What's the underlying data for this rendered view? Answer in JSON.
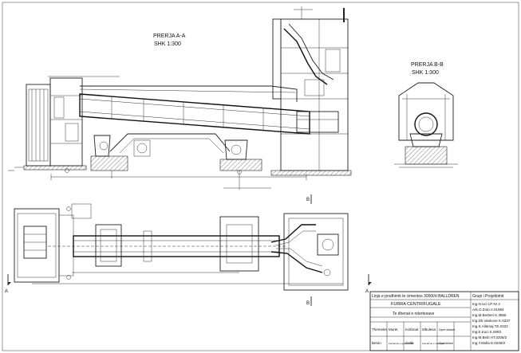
{
  "section_aa": {
    "title": "PRERJA A-A",
    "scale": "SHK 1:300"
  },
  "section_bb": {
    "title": "PRERJA B-B",
    "scale": "SHK 1:300"
  },
  "markers": {
    "section_a": "A",
    "section_b": "B"
  },
  "title_block": {
    "project": "Linja e prodhimit te cimentos 3000t/d BALLDREN",
    "group": "Grupi i Projektimit",
    "drawing": "FURRA CENTRIFUGALE",
    "subtitle": "Te dhenat e ndertesave",
    "people": [
      "Ing.N.Ucl LP Nr 2",
      "Ark.O.Zoto A.01984",
      "Ing.M.Berberi K.3865",
      "Ing.Dh.Vankove K.0337",
      "Ing.S.Allamaj TE.0332",
      "Ing.E.Kuci K.0083",
      "Ing.M.Bebi HT.0208/2",
      "Ing.Y.Molla E.0208/2"
    ],
    "table_headers": [
      "Themelet",
      "Muret",
      "Kollonat",
      "Mbulesa",
      "Dyert dritaret",
      ""
    ],
    "table_values": [
      "Beton",
      "Llamarine e galvanizuar",
      "Celik",
      "Llamarine e valezuar",
      "Dyer/dritare",
      ""
    ]
  }
}
